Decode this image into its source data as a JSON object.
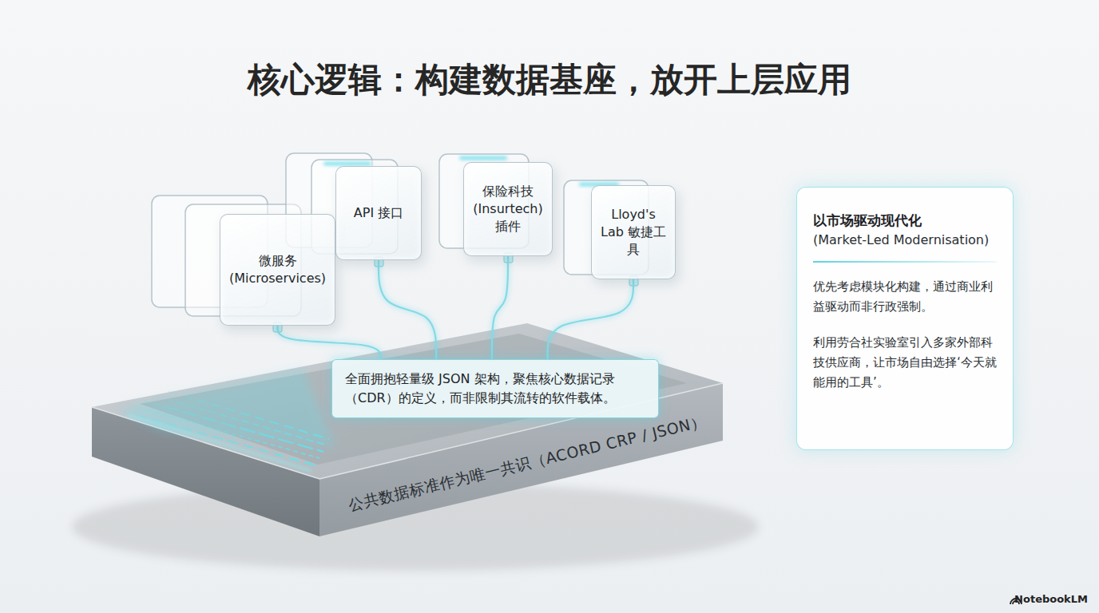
{
  "diagram": {
    "title": "核心逻辑：构建数据基座，放开上层应用",
    "nodes": [
      {
        "text": [
          "公共数据标准作为唯一共识（ACORD CRP / JSON）"
        ]
      },
      {
        "text": [
          "全面拥抱轻量级 JSON 架构，聚焦核心数据记录（CDR）的定义，而非限制其流转的软件载体。"
        ],
        "in": 0
      },
      {
        "text": [
          "微服务 (Microservices)"
        ]
      },
      {
        "text": [
          "API 接口"
        ]
      },
      {
        "text": [
          "保险科技 (Insurtech) 插件"
        ]
      },
      {
        "text": [
          "Lloyd's Lab 敏捷工具"
        ]
      },
      {
        "text": [
          "以市场驱动现代化",
          "(Market-Led Modernisation)",
          "优先考虑模块化构建，通过商业利益驱动而非行政强制。",
          "利用劳合社实验室引入多家外部科技供应商，让市场自由选择‘今天就能用的工具’。"
        ]
      }
    ],
    "edges": [
      {
        "from": 2,
        "to": 1,
        "arrow": "none"
      },
      {
        "from": 3,
        "to": 1,
        "arrow": "none"
      },
      {
        "from": 4,
        "to": 1,
        "arrow": "none"
      },
      {
        "from": 5,
        "to": 1,
        "arrow": "none"
      }
    ],
    "labels": [
      "NotebookLM"
    ]
  }
}
